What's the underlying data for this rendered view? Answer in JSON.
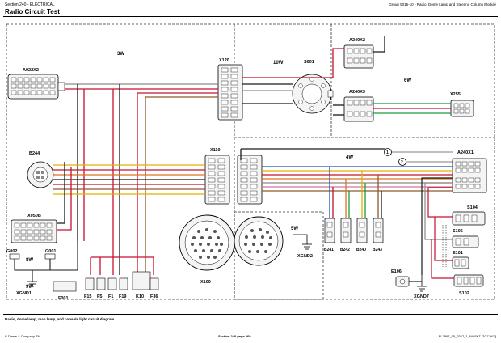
{
  "header": {
    "left": "Section 240 - ELECTRICAL",
    "right": "Group 9015-10 • Radio, Dome Lamp and Steering Column Module",
    "title": "Radio Circuit Test"
  },
  "caption": "Radio, dome lamp, map lamp, and console light circuit diagram",
  "footer": {
    "left": "© Deere & Company TM",
    "center": "Section 240 page 869",
    "right": "EL7867_05_2017_1_W4SKT [ZG7JH2 ]"
  },
  "harness": {
    "h3w": "3W",
    "h10w": "10W",
    "h6w": "6W",
    "h4w": "4W",
    "h5w": "5W",
    "h8w": "8W",
    "h9w": "9W"
  },
  "components": {
    "a922x2": "A922X2",
    "x120": "X120",
    "s001": "S001",
    "a240x2": "A240X2",
    "a240x3": "A240X3",
    "x255": "X255",
    "b244": "B244",
    "x110": "X110",
    "a240x1": "A240X1",
    "x050b": "X050B",
    "x100": "X100",
    "xgnd2": "XGND2",
    "b241": "B241",
    "b242": "B242",
    "b240": "B240",
    "b243": "B243",
    "s104": "S104",
    "s105": "S105",
    "e101": "E101",
    "e106": "E106",
    "s102": "S102",
    "xgnd7": "XGND7",
    "g002": "G002",
    "g001": "G001",
    "xgnd1": "XGND1",
    "f001": "F001",
    "f15": "F15",
    "f5": "F5",
    "f1": "F1",
    "f19": "F19",
    "k10": "K10",
    "f36": "F36",
    "ref1": "1",
    "ref2": "2"
  },
  "colors": {
    "red": "#c8102e",
    "black": "#1a1a1a",
    "gray": "#8a8a8a",
    "yellow": "#e0b000",
    "orange": "#e07020",
    "green": "#1c9a3c",
    "blue": "#1f4fb8",
    "brown": "#8b5a2b",
    "pink": "#d870a0",
    "violet": "#7a3ea0"
  }
}
